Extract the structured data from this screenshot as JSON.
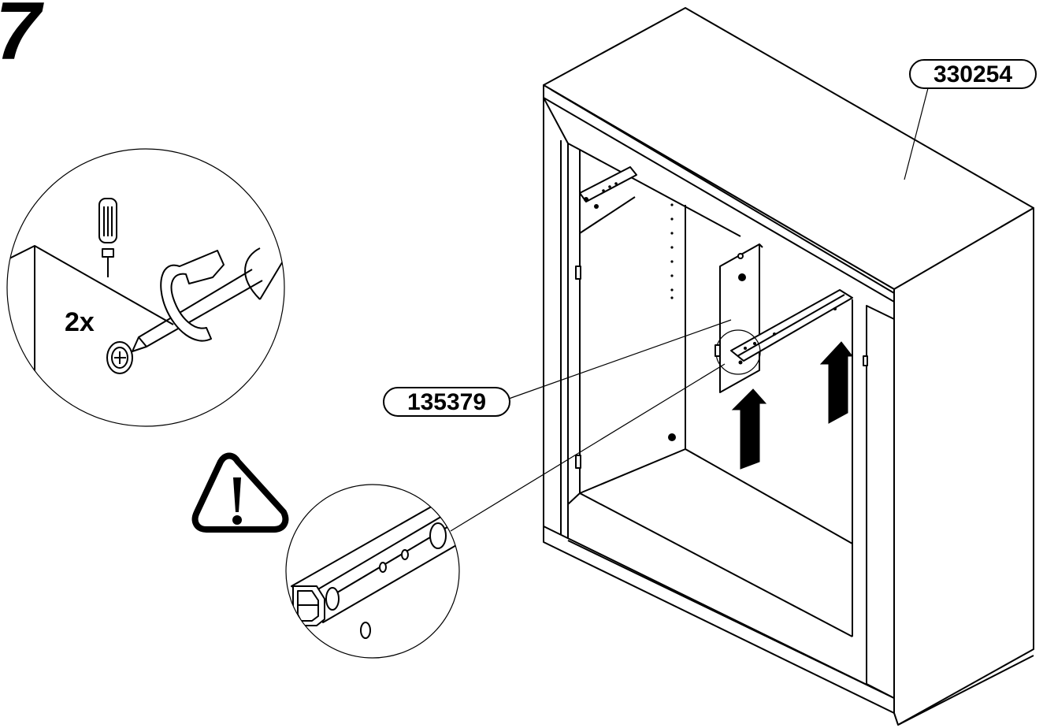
{
  "step": {
    "number": "7"
  },
  "parts": {
    "cabinet": {
      "code": "330254"
    },
    "panel": {
      "code": "135379"
    }
  },
  "screw_detail": {
    "quantity": "2x"
  },
  "warning": {
    "icon": "warning-triangle-icon"
  },
  "colors": {
    "ink": "#000000",
    "paper": "#ffffff",
    "hatch": "#555555"
  }
}
